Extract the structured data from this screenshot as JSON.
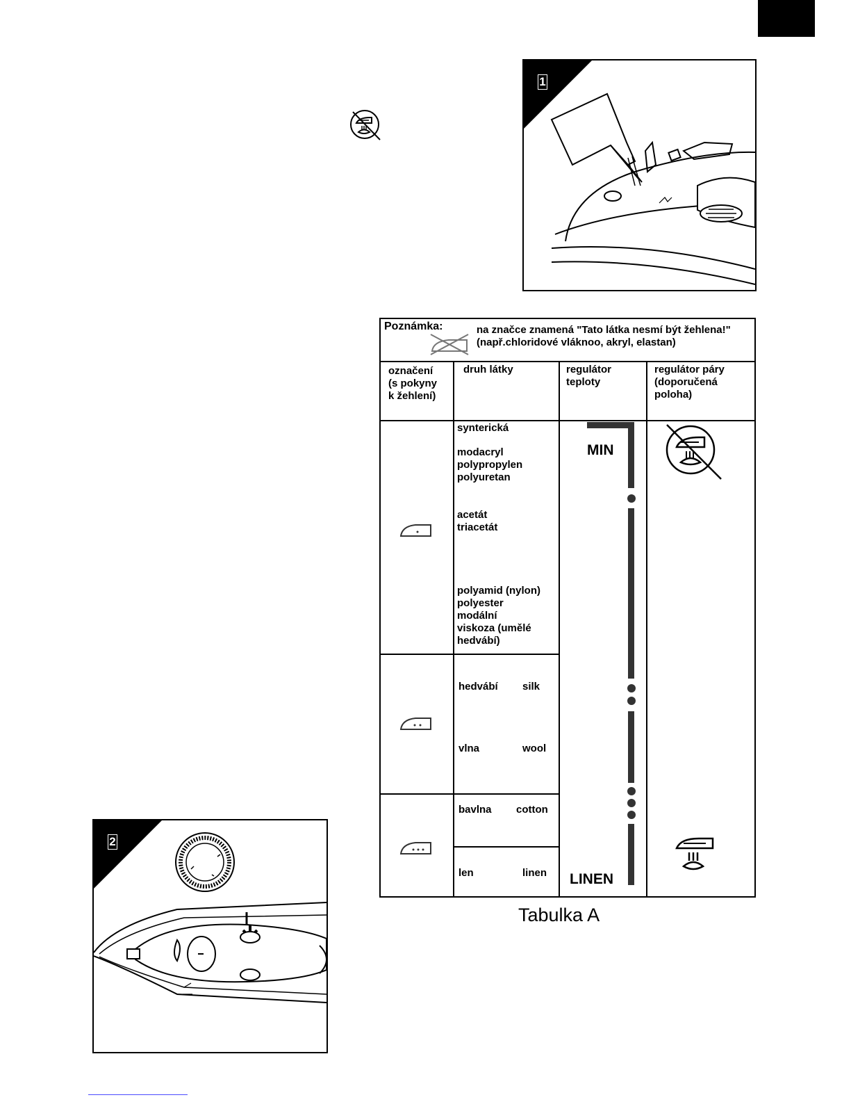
{
  "figures": {
    "fig1_number": "1",
    "fig2_number": "2"
  },
  "icons": {
    "no_steam": "steam-off-crossed-icon",
    "steam": "steam-icon",
    "no_iron": "iron-crossed-out-icon",
    "iron_one_dot": "iron-one-dot-icon",
    "iron_two_dots": "iron-two-dots-icon",
    "iron_three_dots": "iron-three-dots-icon"
  },
  "table": {
    "note_label": "Poznámka:",
    "note_line1": "na značce znamená \"Tato látka nesmí být žehlena!\"",
    "note_line2": "(např.chloridové vláknoo, akryl, elastan)",
    "headers": {
      "symbol": [
        "označení",
        "(s pokyny",
        "k žehlení)"
      ],
      "fabric": [
        "druh látky"
      ],
      "temp": [
        "regulátor",
        "teploty"
      ],
      "steam": [
        "regulátor páry",
        "(doporučená",
        "poloha)"
      ]
    },
    "group1": {
      "a": [
        "synterická"
      ],
      "b": [
        "modacryl",
        "polypropylen",
        "polyuretan"
      ],
      "c": [
        "acetát",
        "triacetát"
      ],
      "d": [
        "polyamid (nylon)",
        "polyester",
        "modální",
        "viskoza (umělé",
        "hedvábí)"
      ]
    },
    "group2": {
      "silk_cz": "hedvábí",
      "silk_en": "silk",
      "wool_cz": "vlna",
      "wool_en": "wool"
    },
    "group3": {
      "cotton_cz": "bavlna",
      "cotton_en": "cotton",
      "linen_cz": "len",
      "linen_en": "linen"
    },
    "temp_min": "MIN",
    "temp_linen": "LINEN"
  },
  "caption": "Tabulka A"
}
